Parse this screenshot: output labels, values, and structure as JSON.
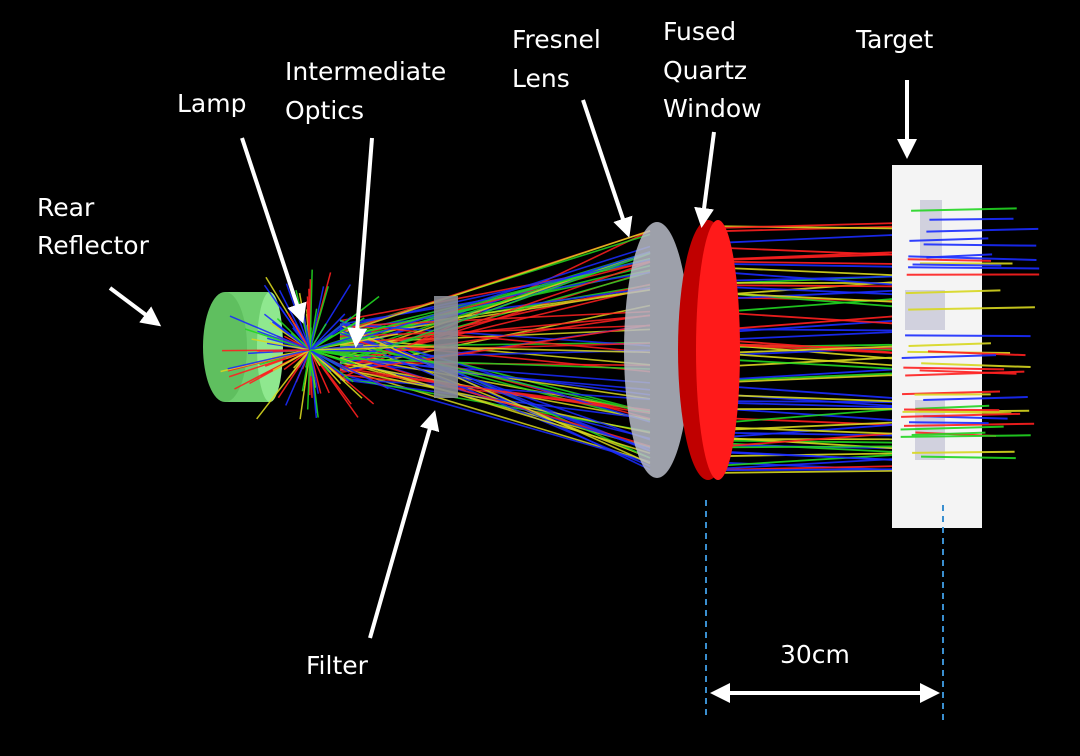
{
  "labels": {
    "rear_reflector": [
      "Rear",
      "Reflector"
    ],
    "lamp": "Lamp",
    "intermediate_optics": [
      "Intermediate",
      "Optics"
    ],
    "fresnel_lens": [
      "Fresnel",
      "Lens"
    ],
    "fused_quartz_window": [
      "Fused",
      "Quartz",
      "Window"
    ],
    "target": "Target",
    "filter": "Filter",
    "distance": "30cm"
  },
  "colors": {
    "background": "#000000",
    "reflector": "#7fe07f",
    "lens": "#b8bcc8",
    "window": "#ff1010",
    "target": "#f4f4f4",
    "arrow": "#ffffff",
    "dashed_guide": "#3a8fd0",
    "rays": [
      "#1a2cff",
      "#22d622",
      "#ff2020",
      "#d8d820",
      "#ffffff"
    ]
  }
}
